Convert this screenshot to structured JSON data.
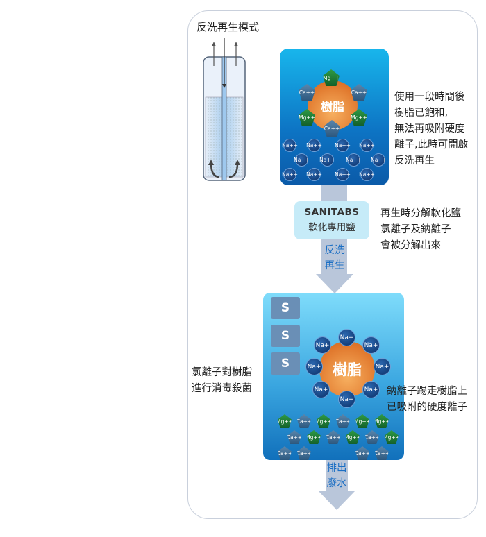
{
  "title": "反洗再生模式",
  "top_panel": {
    "resin_label": "樹脂",
    "description": [
      "使用一段時間後",
      "樹脂已飽和,",
      "無法再吸附硬度",
      "離子,此時可開啟",
      "反洗再生"
    ]
  },
  "salt": {
    "brand": "SANITABS",
    "name": "軟化專用鹽"
  },
  "salt_description": [
    "再生時分解軟化鹽",
    "氯離子及鈉離子",
    "會被分解出來"
  ],
  "arrow1_label": [
    "反洗",
    "再生"
  ],
  "bottom_panel": {
    "resin_label": "樹脂",
    "salt_block_label": "S",
    "left_description": [
      "氯離子對樹脂",
      "進行消毒殺菌"
    ],
    "right_description": [
      "鈉離子踢走樹脂上",
      "已吸附的硬度離子"
    ]
  },
  "arrow2_label": [
    "排出",
    "廢水"
  ],
  "ions": {
    "calcium": "Ca++",
    "magnesium": "Mg++",
    "sodium_pp": "Na++",
    "sodium": "Na+"
  },
  "colors": {
    "accent_text": "#1c6fc4",
    "resin": "#e0772c",
    "mg": "#2f9a45",
    "ca": "#3d6a92",
    "na": "#0b2f66"
  }
}
